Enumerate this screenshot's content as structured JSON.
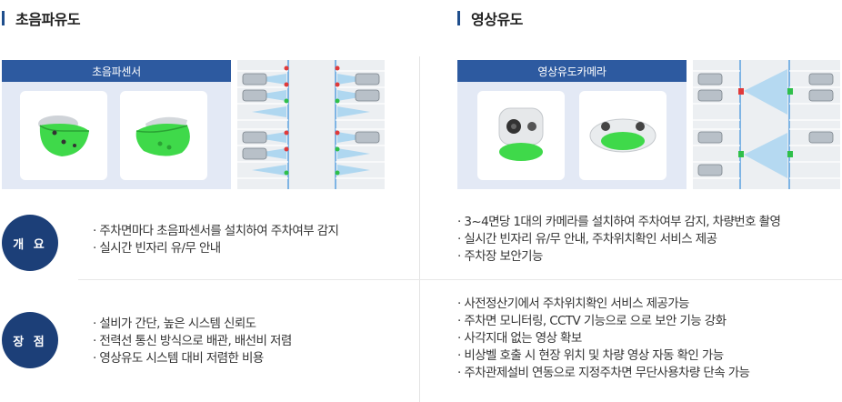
{
  "sections": {
    "ultrasonic": {
      "title": "초음파유도",
      "panel_label": "초음파센서",
      "overview": [
        "주차면마다 초음파센서를 설치하여 주차여부 감지",
        "실시간 빈자리 유/무 안내"
      ],
      "advantages": [
        "설비가 간단, 높은 시스템 신뢰도",
        "전력선 통신 방식으로 배관, 배선비 저렴",
        "영상유도 시스템 대비 저렴한 비용"
      ]
    },
    "video": {
      "title": "영상유도",
      "panel_label": "영상유도카메라",
      "overview": [
        "3~4면당 1대의 카메라를 설치하여 주차여부 감지, 차량번호 촬영",
        "실시간 빈자리 유/무 안내, 주차위치확인 서비스 제공",
        "주차장 보안기능"
      ],
      "advantages": [
        "사전정산기에서 주차위치확인 서비스 제공가능",
        "주차면 모니터링, CCTV 기능으로 으로 보안 기능 강화",
        "사각지대 없는 영상 확보",
        "비상벨 호출 시 현장 위치 및 차량 영상 자동 확인 가능",
        "주차관제설비 연동으로 지정주차면 무단사용차량 단속 가능"
      ]
    }
  },
  "row_labels": {
    "overview": "개 요",
    "advantages": "장 점"
  },
  "colors": {
    "accent": "#2d5aa0",
    "badge": "#1c3f78",
    "sensor_green": "#3fd94a",
    "available": "#2fbf4a",
    "occupied": "#e03a3a"
  },
  "icons": [
    "ultrasonic-sensor-icon",
    "camera-sensor-icon",
    "parking-lot-diagram-icon"
  ]
}
